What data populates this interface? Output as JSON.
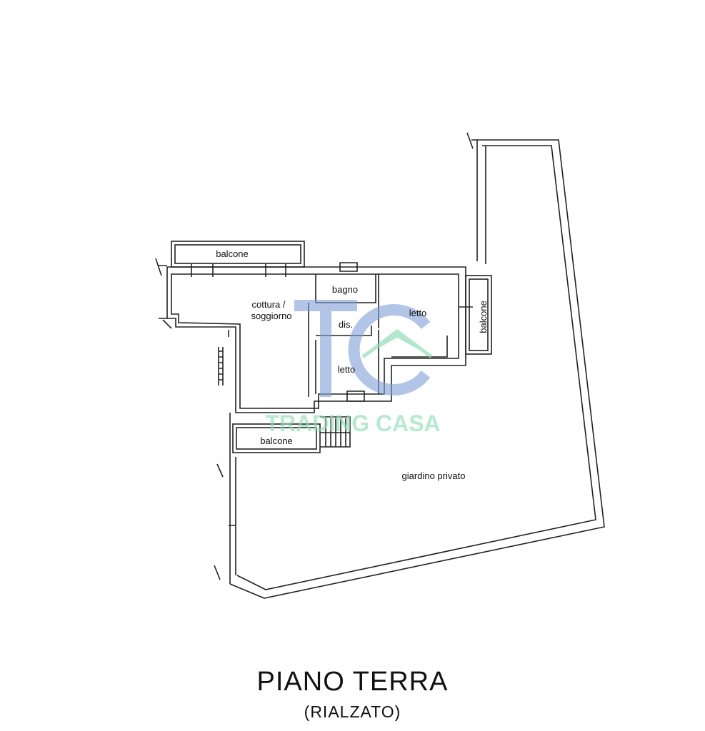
{
  "rooms": {
    "balcony_top": "balcone",
    "living_line1": "cottura /",
    "living_line2": "soggiorno",
    "bathroom": "bagno",
    "hallway": "dis.",
    "bedroom_right": "letto",
    "bedroom_center": "letto",
    "balcony_right": "balcone",
    "balcony_bottom": "balcone",
    "garden": "giardino privato"
  },
  "title": "PIANO TERRA",
  "subtitle": "(RIALZATO)",
  "watermark": {
    "monogram": "TC",
    "text": "TRADING CASA",
    "blue": "#7f9ed6",
    "green": "#8fdcb6"
  },
  "colors": {
    "wall": "#222222",
    "background": "#ffffff"
  }
}
